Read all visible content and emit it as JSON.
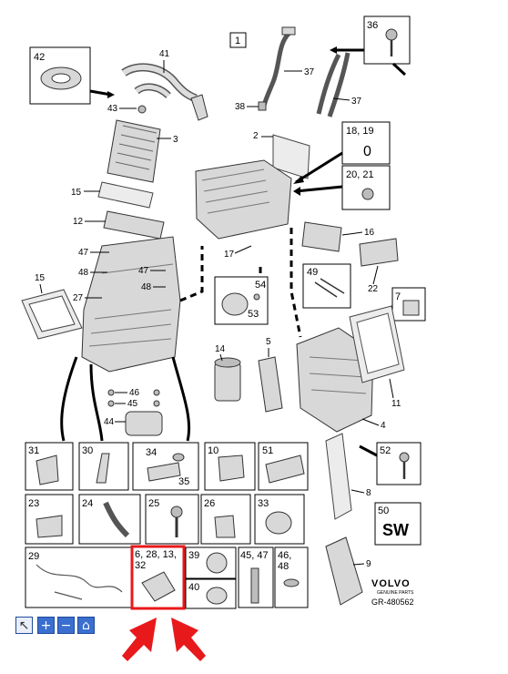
{
  "callouts": {
    "c1": "1",
    "c36": "36",
    "c42": "42",
    "c41": "41",
    "c37a": "37",
    "c37b": "37",
    "c43": "43",
    "c38": "38",
    "c2": "2",
    "c3": "3",
    "c1819": "18, 19",
    "c0": "0",
    "c2021": "20, 21",
    "c15a": "15",
    "c12": "12",
    "c16": "16",
    "c47a": "47",
    "c48a": "48",
    "c17": "17",
    "c47b": "47",
    "c48b": "48",
    "c54": "54",
    "c49": "49",
    "c22": "22",
    "c7": "7",
    "c15b": "15",
    "c27": "27",
    "c53": "53",
    "c5": "5",
    "c14": "14",
    "c11": "11",
    "c46": "46",
    "c45": "45",
    "c44": "44",
    "c4": "4",
    "c52": "52",
    "c8": "8",
    "c9": "9"
  },
  "grid_cells": [
    {
      "label": "31"
    },
    {
      "label": "30"
    },
    {
      "label": "34"
    },
    {
      "label": "35"
    },
    {
      "label": "10"
    },
    {
      "label": "51"
    },
    {
      "label": "23"
    },
    {
      "label": "24"
    },
    {
      "label": "25"
    },
    {
      "label": "26"
    },
    {
      "label": "33"
    },
    {
      "label": "29"
    },
    {
      "label": "6, 28, 13,"
    },
    {
      "label": "32"
    },
    {
      "label": "39"
    },
    {
      "label": "40"
    },
    {
      "label": "45, 47"
    },
    {
      "label": "46,"
    },
    {
      "label": "48"
    },
    {
      "label": "50"
    }
  ],
  "sw_label": "SW",
  "brand": {
    "logo": "VOLVO",
    "tagline": "GENUINE PARTS",
    "ref": "GR-480562"
  },
  "toolbar": {
    "cursor_icon": "cursor-icon",
    "zoom_in_icon": "plus-icon",
    "zoom_out_icon": "minus-icon",
    "home_icon": "home-icon"
  },
  "highlight": {
    "color": "#e8191b"
  }
}
